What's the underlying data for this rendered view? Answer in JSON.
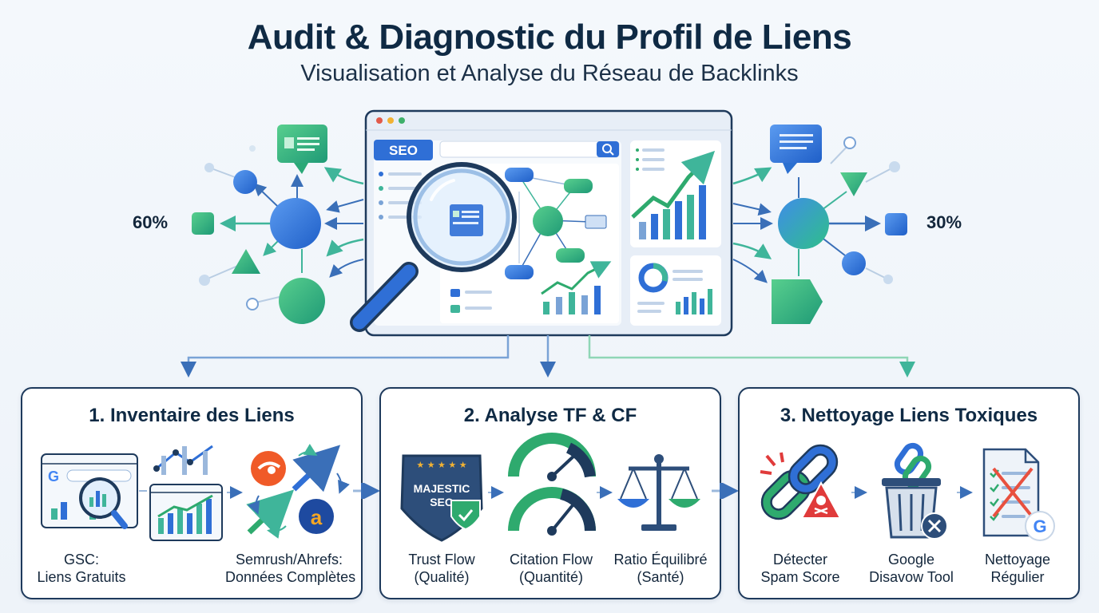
{
  "header": {
    "title": "Audit & Diagnostic du Profil de Liens",
    "subtitle": "Visualisation et Analyse du Réseau de Backlinks"
  },
  "network": {
    "left_percent": "60%",
    "right_percent": "30%",
    "seo_badge": "SEO"
  },
  "steps": [
    {
      "title": "1. Inventaire des Liens",
      "items": [
        {
          "line1": "GSC:",
          "line2": "Liens Gratuits",
          "icon": "google-search-console-icon"
        },
        {
          "line1": "Semrush/Ahrefs:",
          "line2": "Données Complètes",
          "icon": "semrush-ahrefs-icon"
        }
      ]
    },
    {
      "title": "2. Analyse TF & CF",
      "shield_line1": "MAJESTIC",
      "shield_line2": "SEO",
      "items": [
        {
          "line1": "Trust Flow",
          "line2": "(Qualité)",
          "icon": "majestic-shield-icon"
        },
        {
          "line1": "Citation Flow",
          "line2": "(Quantité)",
          "icon": "gauge-icon"
        },
        {
          "line1": "Ratio Équilibré",
          "line2": "(Santé)",
          "icon": "balance-scale-icon"
        }
      ]
    },
    {
      "title": "3. Nettoyage Liens Toxiques",
      "items": [
        {
          "line1": "Détecter",
          "line2": "Spam Score",
          "icon": "toxic-link-icon"
        },
        {
          "line1": "Google",
          "line2": "Disavow Tool",
          "icon": "trash-link-icon"
        },
        {
          "line1": "Nettoyage",
          "line2": "Régulier",
          "icon": "checklist-icon"
        }
      ]
    }
  ],
  "colors": {
    "navy": "#0f2a44",
    "blue": "#2f6fd6",
    "green": "#2eaa6e",
    "teal": "#3fb59a"
  }
}
